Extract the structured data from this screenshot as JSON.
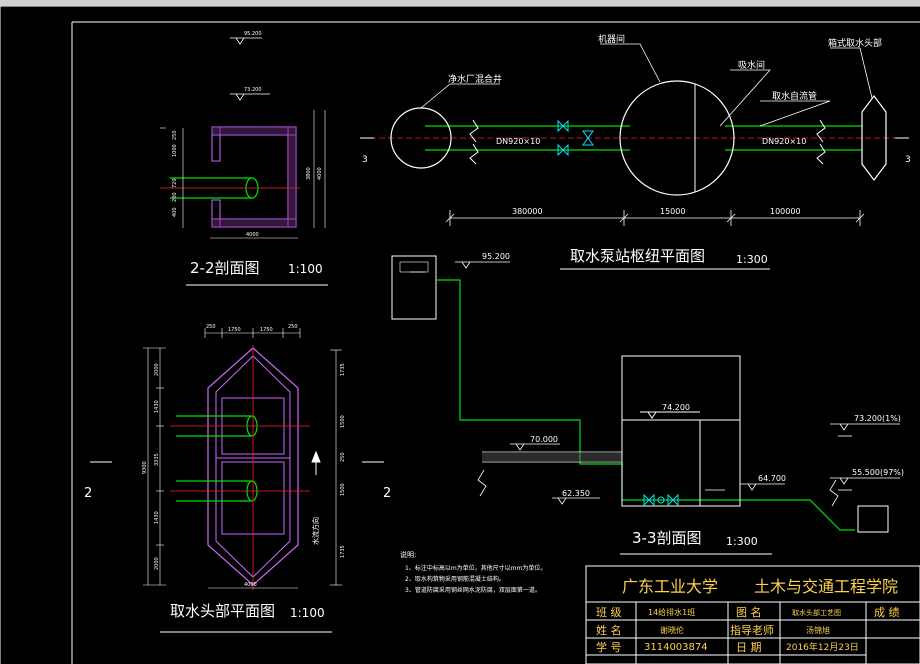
{
  "colors": {
    "background": "#000000",
    "line": "#ffffff",
    "pipe": "#00e000",
    "axis": "#ff2020",
    "wall": "#cc66ff",
    "titleblock_text": "#ffd24a",
    "label": "#ffffff"
  },
  "plan": {
    "title": "取水泵站枢纽平面图",
    "scale": "1:300",
    "labels": {
      "pump_house": "机器间",
      "suction_well": "吸水间",
      "intake_head": "箱式取水头部",
      "mixing_well": "净水厂混合井",
      "gravity_pipe": "取水自流管",
      "pipe_left": "DN920×10",
      "pipe_right": "DN920×10",
      "section_mark_left": "3",
      "section_mark_right": "3"
    },
    "dims": [
      "380000",
      "15000",
      "100000"
    ]
  },
  "section22": {
    "title": "2-2剖面图",
    "scale": "1:100",
    "top_elev": "95.200",
    "mid_elev": "73.200",
    "dims_left": [
      "250",
      "1000",
      "720",
      "200",
      "400"
    ],
    "dim_right": "3800",
    "dim_right2": "4000",
    "dim_bottom": "4000"
  },
  "headplan": {
    "title": "取水头部平面图",
    "scale": "1:100",
    "dims_top": [
      "250",
      "1750",
      "1750",
      "250"
    ],
    "dims_left": [
      "2000",
      "1430",
      "3335",
      "1430",
      "2000"
    ],
    "dim_total": "9300",
    "dim_bottom": "4000",
    "dims_right": [
      "1735",
      "1500",
      "250",
      "1500",
      "1735"
    ],
    "flow_label": "水流方向",
    "section_mark_left": "2",
    "section_mark_right": "2"
  },
  "section33": {
    "title": "3-3剖面图",
    "scale": "1:300",
    "elevations": {
      "top": "95.200",
      "ground": "70.000",
      "pump_floor": "74.200",
      "pipe": "64.700",
      "bottom": "62.350",
      "high_water": "73.200(1%)",
      "low_water": "55.500(97%)"
    }
  },
  "notes": {
    "heading": "说明:",
    "items": [
      "1、标注中标高以m为单位，其他尺寸以mm为单位。",
      "2、取水构筑物采用钢筋混凝土结构。",
      "3、管道防腐采用钢丝网水泥防腐，双层面第一道。"
    ]
  },
  "titleblock": {
    "school": "广东工业大学",
    "college": "土木与交通工程学院",
    "class_label": "班 级",
    "class_value": "14给排水1班",
    "drawing_label": "图 名",
    "drawing_value": "取水头部工艺图",
    "grade_label": "成 绩",
    "name_label": "姓 名",
    "name_value": "谢晓伦",
    "advisor_label": "指导老师",
    "advisor_value": "汤锦旭",
    "id_label": "学 号",
    "id_value": "3114003874",
    "date_label": "日 期",
    "date_value": "2016年12月23日"
  }
}
